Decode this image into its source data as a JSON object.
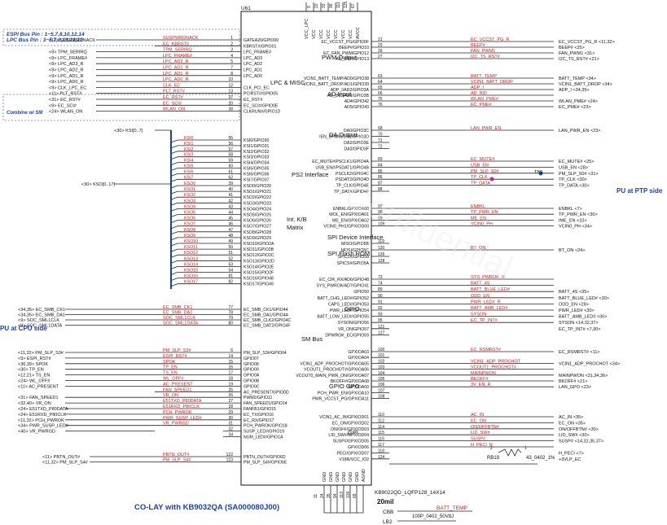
{
  "chip": {
    "ref": "U61",
    "part": "KB9022QD_LQFP128_14X14",
    "width_note": "20mil",
    "top_pins": [
      "VCC_LPC",
      "VCC",
      "VCC",
      "VCC",
      "VCC",
      "VCC",
      "VCC",
      "AVCC"
    ],
    "top_pin_nums": [
      "9",
      "22",
      "33",
      "96",
      "111",
      "125",
      "67"
    ],
    "bottom_pins": [
      "GND",
      "GND",
      "GND",
      "GND",
      "GND",
      "GND",
      "AGND"
    ],
    "bottom_pin_nums": [
      "11",
      "24",
      "35",
      "94",
      "113",
      "126",
      "69"
    ]
  },
  "headers": {
    "espi_bus": "ESPI Bus Pin : 1~5,7,8,10,12,14",
    "lpc_bus": "LPC Bus Pin : 3~5,7,8,10,12,13",
    "combine": "Combine w/ SM",
    "colay": "CO-LAY with  KB9032QA  (SA000080J00)",
    "pu_cpu": "PU at CPU side",
    "pu_ptp": "PU at PTP side"
  },
  "sections": [
    {
      "id": "lpc",
      "label": "LPC & MISC"
    },
    {
      "id": "pwm",
      "label": "PWM Output"
    },
    {
      "id": "ad",
      "label": "AD  Input"
    },
    {
      "id": "da",
      "label": "DA  Output"
    },
    {
      "id": "ps2",
      "label": "PS2  Interface"
    },
    {
      "id": "kb",
      "label": "Int. K/B"
    },
    {
      "id": "matrix",
      "label": "Matrix"
    },
    {
      "id": "spi_dev",
      "label": "SPI Device  Interface"
    },
    {
      "id": "spi_flash",
      "label": "SPI Flash  ROM"
    },
    {
      "id": "gpio",
      "label": "GPIO"
    },
    {
      "id": "smbus",
      "label": "SM Bus"
    },
    {
      "id": "gpio_gpo",
      "label": "GPIO GPO"
    },
    {
      "id": "gpi",
      "label": "GPI"
    }
  ],
  "left_pins": [
    {
      "num": "1",
      "pin": "GATEA20/GPIO00",
      "net": "SUSPWRDNACK",
      "ext": "<11> SUSPWRDNACK"
    },
    {
      "num": "2",
      "pin": "KBRST#/GPIO01",
      "net": "EC_KBRST#",
      "ext": ""
    },
    {
      "num": "3",
      "pin": "LPC_FRAME#",
      "net": "TPM_SERIRQ",
      "ext": "<9>  TPM_SERIRQ"
    },
    {
      "num": "4",
      "pin": "LPC_AD3",
      "net": "LPC_FRAME#",
      "ext": "<9>  LPC_FRAME#"
    },
    {
      "num": "5",
      "pin": "LPC_AD2",
      "net": "LPC_AD3_R",
      "ext": "<9>  LPC_AD3_R"
    },
    {
      "num": "7",
      "pin": "LPC_AD1",
      "net": "LPC_AD2_R",
      "ext": "<9>  LPC_AD2_R"
    },
    {
      "num": "8",
      "pin": "LPC_AD0",
      "net": "LPC_AD1_R",
      "ext": "<9>  LPC_AD1_R"
    },
    {
      "num": "10",
      "pin": "",
      "net": "LPC_AD0_R",
      "ext": "<9>  LPC_AD0_R"
    },
    {
      "num": "12",
      "pin": "CLK_PCI_EC",
      "net": "CLK_EC",
      "ext": "<9>  CLK_LPC_EC"
    },
    {
      "num": "13",
      "pin": "PCIRST#/GPIO05",
      "net": "PLT_RST#",
      "ext": "<11> PLT_RST#"
    },
    {
      "num": "37",
      "pin": "EC_RST#",
      "net": "EC_RST#",
      "ext": "<31> EC_RST#"
    },
    {
      "num": "20",
      "pin": "EC_SCI#/GPIO0E",
      "net": "EC_SCI#",
      "ext": "<9> EC_SCI#"
    },
    {
      "num": "38",
      "pin": "CLKRUN#/GPIO1D",
      "net": "WLAN_ON",
      "ext": "<24>  WLAN_ON"
    }
  ],
  "ksi": [
    {
      "net": "KSI0",
      "num": "55",
      "pin": "KSI0/GPIO30"
    },
    {
      "net": "KSI1",
      "num": "56",
      "pin": "KSI1/GPIO31"
    },
    {
      "net": "KSI2",
      "num": "57",
      "pin": "KSI2/GPIO32"
    },
    {
      "net": "KSI3",
      "num": "58",
      "pin": "KSI3/GPIO33"
    },
    {
      "net": "KSI4",
      "num": "59",
      "pin": "KSI4/GPIO34"
    },
    {
      "net": "KSI5",
      "num": "60",
      "pin": "KSI5/GPIO35"
    },
    {
      "net": "KSI6",
      "num": "61",
      "pin": "KSI6/GPIO36"
    },
    {
      "net": "KSI7",
      "num": "62",
      "pin": "KSI7/GPIO37"
    }
  ],
  "kso": [
    {
      "net": "KSO0",
      "num": "39",
      "pin": "KSO0/GPIO20"
    },
    {
      "net": "KSO1",
      "num": "40",
      "pin": "KSO1/GPIO21"
    },
    {
      "net": "KSO2",
      "num": "41",
      "pin": "KSO2/GPIO22"
    },
    {
      "net": "KSO3",
      "num": "42",
      "pin": "KSO3/GPIO23"
    },
    {
      "net": "KSO4",
      "num": "43",
      "pin": "KSO4/GPIO24"
    },
    {
      "net": "KSO5",
      "num": "44",
      "pin": "KSO5/GPIO25"
    },
    {
      "net": "KSO6",
      "num": "45",
      "pin": "KSO6/GPIO26"
    },
    {
      "net": "KSO7",
      "num": "46",
      "pin": "KSO7/GPIO27"
    },
    {
      "net": "KSO8",
      "num": "47",
      "pin": "KSO8/GPIO28"
    },
    {
      "net": "KSO9",
      "num": "48",
      "pin": "KSO9/GPIO29"
    },
    {
      "net": "KSO10",
      "num": "49",
      "pin": "KSO10/GPIO2A"
    },
    {
      "net": "KSO11",
      "num": "50",
      "pin": "KSO11/GPIO2B"
    },
    {
      "net": "KSO12",
      "num": "51",
      "pin": "KSO12/GPIO2C"
    },
    {
      "net": "KSO13",
      "num": "52",
      "pin": "KSO13/GPIO2D"
    },
    {
      "net": "KSO14",
      "num": "53",
      "pin": "KSO14/GPIO2E"
    },
    {
      "net": "KSO15",
      "num": "54",
      "pin": "KSO15/GPIO2F"
    },
    {
      "net": "KSO16",
      "num": "81",
      "pin": "KSO16/GPIO48"
    },
    {
      "net": "KSO17",
      "num": "82",
      "pin": "KSO17/GPIO49"
    }
  ],
  "bus_labels": {
    "ksi": "<30> KSI[0..7]",
    "kso": "<30> KSO[0..17]"
  },
  "smbus_pins": [
    {
      "num": "77",
      "pin": "EC_SMB_CK1/GPIO44",
      "net": "EC_SMB_CK1",
      "ext": "<34,35> EC_SMB_CK1"
    },
    {
      "num": "78",
      "pin": "EC_SMB_DA1/GPIO4A",
      "net": "EC_SMB_DA1",
      "ext": "<34,35> EC_SMB_DA1"
    },
    {
      "num": "79",
      "pin": "EC_SMB_CLK2/GPIO4C",
      "net": "SOC_SML1CLK",
      "ext": "<9>  SOC_SML1CLK"
    },
    {
      "num": "80",
      "pin": "EC_SMB_DAT2/GPIO4F",
      "net": "SOC_SML1DATA",
      "ext": "<9>  SOC_SML1DATA"
    }
  ],
  "gpio_left_pins": [
    {
      "num": "6",
      "pin": "PM_SLP_S3#/GPIO04",
      "net": "PM_SLP_S3#",
      "ext": "<11,32>  PM_SLP_S3#"
    },
    {
      "num": "14",
      "pin": "GPIO07",
      "net": "ESPI_RST#",
      "ext": "<9>  ESPI_RST#"
    },
    {
      "num": "15",
      "pin": "GPIO08",
      "net": "SPOK",
      "ext": "<36,39>  SPOK"
    },
    {
      "num": "16",
      "pin": "GPIO09",
      "net": "TP_EN",
      "ext": "<30>  TP_EN"
    },
    {
      "num": "17",
      "pin": "GPIO0A",
      "net": "TS_EN",
      "ext": "<12,21>  TS_EN"
    },
    {
      "num": "18",
      "pin": "GPIO0B",
      "net": "WL_OFF#",
      "ext": "<24>  WL_OFF#"
    },
    {
      "num": "19",
      "pin": "GPIO0C",
      "net": "AC_PRESENT",
      "ext": "<11>  AC_PRESENT"
    },
    {
      "num": "25",
      "pin": "AC_PRESENT/GPIO0D",
      "net": "FAN_SPEED1",
      "ext": ""
    },
    {
      "num": "26",
      "pin": "PWM2/GPIO11",
      "net": "VR_ON",
      "ext": "<31>  FAN_SPEED1"
    },
    {
      "num": "27",
      "pin": "FAN_SPEED1/GPIO14",
      "net": "E51TXD_P80DATA",
      "ext": "<32,40>  VR_ON"
    },
    {
      "num": "28",
      "pin": "FANFB1/GPIO15",
      "net": "E51RXD_P80CLK",
      "ext": "<24>  E51TXD_P80DATA"
    },
    {
      "num": "29",
      "pin": "EC_TX/GPIO16",
      "net": "PCH_PWROK",
      "ext": "<24>  E51RXD_P80CLK"
    },
    {
      "num": "30",
      "pin": "EC_RX/GPIO17",
      "net": "PWR_SUSP_LED#",
      "ext": "<11,32>  PCH_PWROK"
    },
    {
      "num": "31",
      "pin": "PCH_PWROK/GPIO18",
      "net": "VR_PWRGD",
      "ext": "<34>  PWR_SUSP_LED#"
    },
    {
      "num": "32",
      "pin": "SUSP_LED#/GPIO19",
      "net": "",
      "ext": "<40>  VR_PWRGD"
    },
    {
      "num": "34",
      "pin": "NUM_LED#/GPIO1A",
      "net": "",
      "ext": ""
    }
  ],
  "bottom_left_pins": [
    {
      "num": "122",
      "pin": "PBTN_OUT#/GPIO6D",
      "net": "PBTN_OUT#",
      "ext": "<11>  PBTN_OUT#"
    },
    {
      "num": "123",
      "pin": "PM_SLP_S4#/GPIO6E",
      "net": "PM_SLP_S4#",
      "ext": "<11,32>  PM_SLP_S4#"
    }
  ],
  "right_pwm": [
    {
      "pin": "EC_VCCST_PG/GPIO0F",
      "num": "21",
      "net": "EC_VCCST_PG_R",
      "ext": "EC_VCCST_PG_R  <11,32>"
    },
    {
      "pin": "BEEP#/GPIO10",
      "num": "23",
      "net": "BEEP#",
      "ext": "BEEP#  <25>"
    },
    {
      "pin": "EC_FAN_PWM/GPIO12",
      "num": "26",
      "net": "FAN_PWM1",
      "ext": "FAN_PWM1  <31>"
    },
    {
      "pin": "AC_OFF/GPIO13",
      "num": "27",
      "net": "I2C_TS_RST#",
      "ext": "I2C_TS_RST#  <21>"
    }
  ],
  "right_ad": [
    {
      "pin": "VCIN1_BATT_TEMP/AD0/GPIO38",
      "num": "63",
      "net": "BATT_TEMP",
      "ext": "BATT_TEMP  <34>"
    },
    {
      "pin": "VCIN1_BATT_DROP/AD1/GPIO39",
      "num": "64",
      "net": "VCIN1_BATT_DROP",
      "ext": "VCIN1_BATT_DROP  <34>"
    },
    {
      "pin": "ADP_I/AD2/GPIO3A",
      "num": "65",
      "net": "ADP_I",
      "ext": "ADP_I  <34,35>"
    },
    {
      "pin": "AD_BID/AD3/GPIO3B",
      "num": "66",
      "net": "AD_BID",
      "ext": ""
    },
    {
      "pin": "AD4/GPIO42",
      "num": "75",
      "net": "WLAN_PME#",
      "ext": "WLAN_PME#  <24>"
    },
    {
      "pin": "AD5/GPIO43",
      "num": "76",
      "net": "EC_PME#",
      "ext": "EC_PME#  <23>"
    }
  ],
  "right_da": [
    {
      "pin": "DA0/GPIO3C",
      "num": "68",
      "net": "LAN_PWR_EN",
      "ext": "LAN_PWR_EN  <23>"
    },
    {
      "pin": "IEN_DFAN1/DA1/GPIO3D",
      "num": "70",
      "net": "",
      "ext": ""
    },
    {
      "pin": "DA2/GPIO3E",
      "num": "71",
      "net": "",
      "ext": ""
    },
    {
      "pin": "DA3/GPIO3F",
      "num": "72",
      "net": "",
      "ext": ""
    }
  ],
  "right_ps2": [
    {
      "pin": "EC_MUTE#/PSCLK1/GPIO4A",
      "num": "83",
      "net": "EC_MUTE#",
      "ext": "EC_MUTE#  <25>"
    },
    {
      "pin": "USB_EN#/PSDAT1/GPIO4B",
      "num": "84",
      "net": "USB_EN",
      "ext": "USB_EN  <28>"
    },
    {
      "pin": "PSCLK2/GPIO4C",
      "num": "85",
      "net": "PM_SLP_S0#",
      "ext": "PM_SLP_S0#  <31>"
    },
    {
      "pin": "PSDAT2/GPIO4D",
      "num": "86",
      "net": "TP_CLK",
      "ext": "TP_CLK  <30>"
    },
    {
      "pin": "TP_CLK/GPIO4E",
      "num": "87",
      "net": "TP_DATA",
      "ext": "TP_DATA  <30>"
    },
    {
      "pin": "TP_DATA/GPIO4F",
      "num": "88",
      "net": "",
      "ext": ""
    }
  ],
  "tbs_label": "TBS",
  "right_spi_dev": [
    {
      "pin": "ENBKL/GPXIOA00",
      "num": "97",
      "net": "ENBKL",
      "ext": "ENBKL  <7>"
    },
    {
      "pin": "WOL_EN/GPXIOA01",
      "num": "98",
      "net": "TP_PWR_EN",
      "ext": "TP_PWR_EN  <30>"
    },
    {
      "pin": "ME_EN/GPXIOA02",
      "num": "99",
      "net": "ME_EN",
      "ext": "IME_EN  <10>"
    },
    {
      "pin": "VCIN0_PH1/GPXIOD00",
      "num": "109",
      "net": "VCIN0_PH",
      "ext": "VCIN0_PH  <34>"
    }
  ],
  "right_spi_flash": [
    {
      "pin": "MISO/GPIO5B",
      "num": "119",
      "net": "",
      "ext": ""
    },
    {
      "pin": "MOSI/GPIO5C",
      "num": "120",
      "net": "BT_ON",
      "ext": "BT_ON  <24>"
    },
    {
      "pin": "SPICLK/GPIO58",
      "num": "126",
      "net": "",
      "ext": ""
    },
    {
      "pin": "SPICS#/GPIO5A",
      "num": "128",
      "net": "",
      "ext": ""
    }
  ],
  "right_gpio": [
    {
      "pin": "EC_CIR_RX/AD6/GPIO48",
      "num": "73",
      "net": "SYS_PWROK_R",
      "ext": ""
    },
    {
      "pin": "SYS_PWROK/AD7/GPIO41",
      "num": "74",
      "net": "BATT_4S",
      "ext": ""
    },
    {
      "pin": "GPIO50",
      "num": "89",
      "net": "BATT_BLUE_LED#",
      "ext": "BATT_4S  <35>"
    },
    {
      "pin": "BATT_CHG_LED#/GPIO52",
      "num": "90",
      "net": "ODD_EN",
      "ext": "BATT_BLUE_LED#  <30>"
    },
    {
      "pin": "CAPS_LED#/GPIO53",
      "num": "91",
      "net": "PWR_LED#_R",
      "ext": "ODD_EN  <28>"
    },
    {
      "pin": "PWR_LED#/GPIO54",
      "num": "92",
      "net": "BATT_AMB_LED#",
      "ext": "PWR_LED#  <30>"
    },
    {
      "pin": "BATT_LOW_LED#/GPIO55",
      "num": "93",
      "net": "SYSON",
      "ext": "BATT_AMB_LED#  <30>"
    },
    {
      "pin": "SYSON/GPIO56",
      "num": "95",
      "net": "EC_TP_INT#",
      "ext": "SYSON  <14,32,37>"
    },
    {
      "pin": "VR_ON/GPIO57",
      "num": "121",
      "net": "",
      "ext": "EC_TP_INT#  <7,30>"
    },
    {
      "pin": "DPWROK_EC/GPIO59",
      "num": "127",
      "net": "",
      "ext": ""
    }
  ],
  "right_gpo": [
    {
      "pin": "GPXIOA03",
      "num": "100",
      "net": "EC_RSMRST#",
      "ext": "EC_RSMRST#  <11>"
    },
    {
      "pin": "GPXIOA04",
      "num": "101",
      "net": "",
      "ext": ""
    },
    {
      "pin": "VCIN1_ADP_PROCHOT/GPXIOA05",
      "num": "102",
      "net": "VCIN1_ADP_PROCHOT",
      "ext": "VCIN1_ADP_PROCHOT  <34>"
    },
    {
      "pin": "VCOUT1_PROCHOT#/GPXIOA06",
      "num": "103",
      "net": "VCOUT1_PROCHOT#",
      "ext": ""
    },
    {
      "pin": "VCOUT0_MAIN_PWR_ON/GPXIOA07",
      "num": "104",
      "net": "MAINPWON",
      "ext": "MAINPWON  <31,34,36>"
    },
    {
      "pin": "BKOFF#/GPXIOA08",
      "num": "105",
      "net": "BKOFF#",
      "ext": "BKOFF#  <21>"
    },
    {
      "pin": "GPXIOA09",
      "num": "106",
      "net": "3V_EN_R",
      "ext": "LAN_GPO  <23>"
    },
    {
      "pin": "PCH_PWR_EN/GPXIOA10",
      "num": "107",
      "net": "",
      "ext": ""
    },
    {
      "pin": "PWR_VCCST_PG/GPXIOA11",
      "num": "108",
      "net": "",
      "ext": ""
    }
  ],
  "right_gpi": [
    {
      "pin": "VCIN1_AC_IN/GPXIOD01",
      "num": "110",
      "net": "AC_IN",
      "ext": "AC_IN  <35>"
    },
    {
      "pin": "EC_ON/GPXIOD02",
      "num": "112",
      "net": "EC_ON",
      "ext": "EC_ON  <35>"
    },
    {
      "pin": "ON/OFF/GPXIOD03",
      "num": "114",
      "net": "ON/OFFBTN#",
      "ext": "ON/OFFBTN#  <30>"
    },
    {
      "pin": "LID_SW#/GPXIOD04",
      "num": "115",
      "net": "LID_SW#",
      "ext": "LID_SW#  <30>"
    },
    {
      "pin": "SUSP#/GPXIOD05",
      "num": "116",
      "net": "SUSP#",
      "ext": "SUSP#  <14,32,35,37>"
    },
    {
      "pin": "GPXIOD06",
      "num": "117",
      "net": "H_PECI_R",
      "ext": ""
    },
    {
      "pin": "PECI/GPXIOD07",
      "num": "118",
      "net": "",
      "ext": "H_PECI  <7>"
    },
    {
      "pin": "V18R/VCC_IO2",
      "num": "124",
      "net": "",
      "ext": "+3VLP_EC"
    }
  ],
  "misc": {
    "rb19": "RB19",
    "res_val": "43_0402_1%",
    "cbb": "CBB",
    "lb2": "LB2",
    "batt_temp": "BATT_TEMP",
    "cap_val": "100P_0402_50V8J",
    "pin2": "2",
    "pin1": "1"
  }
}
